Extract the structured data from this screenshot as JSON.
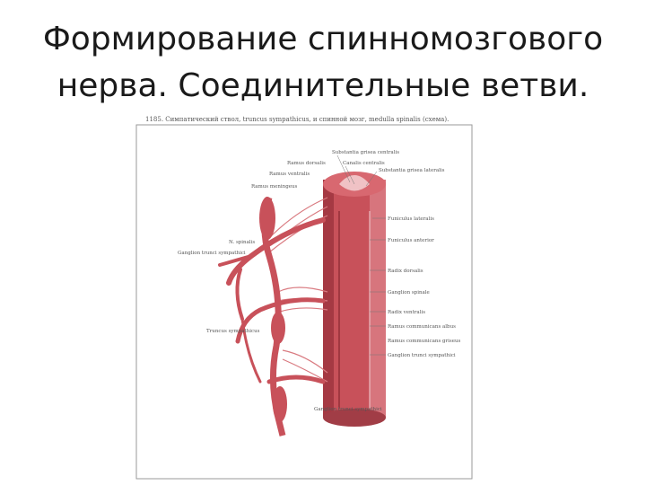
{
  "slide": {
    "title_line1": "Формирование спинномозгового",
    "title_line2": "нерва. Соединительные ветви."
  },
  "figure": {
    "caption": "1185. Симпатический ствол, truncus sympathicus, и спинной мозг, medulla spinalis (схема).",
    "labels_right": [
      "Substantia grisea centralis",
      "Canalis centralis",
      "Substantia grisea lateralis",
      "Funiculus lateralis",
      "Funiculus anterior",
      "Radix dorsalis",
      "Ganglion spinale",
      "Radix ventralis",
      "Ramus communicans albus",
      "Ramus communicans griseus",
      "Ganglion trunci sympathici"
    ],
    "labels_left": [
      "Ramus dorsalis",
      "Ramus ventralis",
      "Ramus meningeus",
      "N. spinalis",
      "Ganglion trunci sympathici",
      "Truncus sympathicus"
    ],
    "label_bottom": "Ganglion trunci sympathici",
    "colors": {
      "tissue": "#c8515a",
      "tissue_dark": "#8e2a34",
      "tissue_light": "#e59aa0",
      "nerve": "#d97a80",
      "frame": "#9a9a9a",
      "label": "#555555"
    }
  }
}
